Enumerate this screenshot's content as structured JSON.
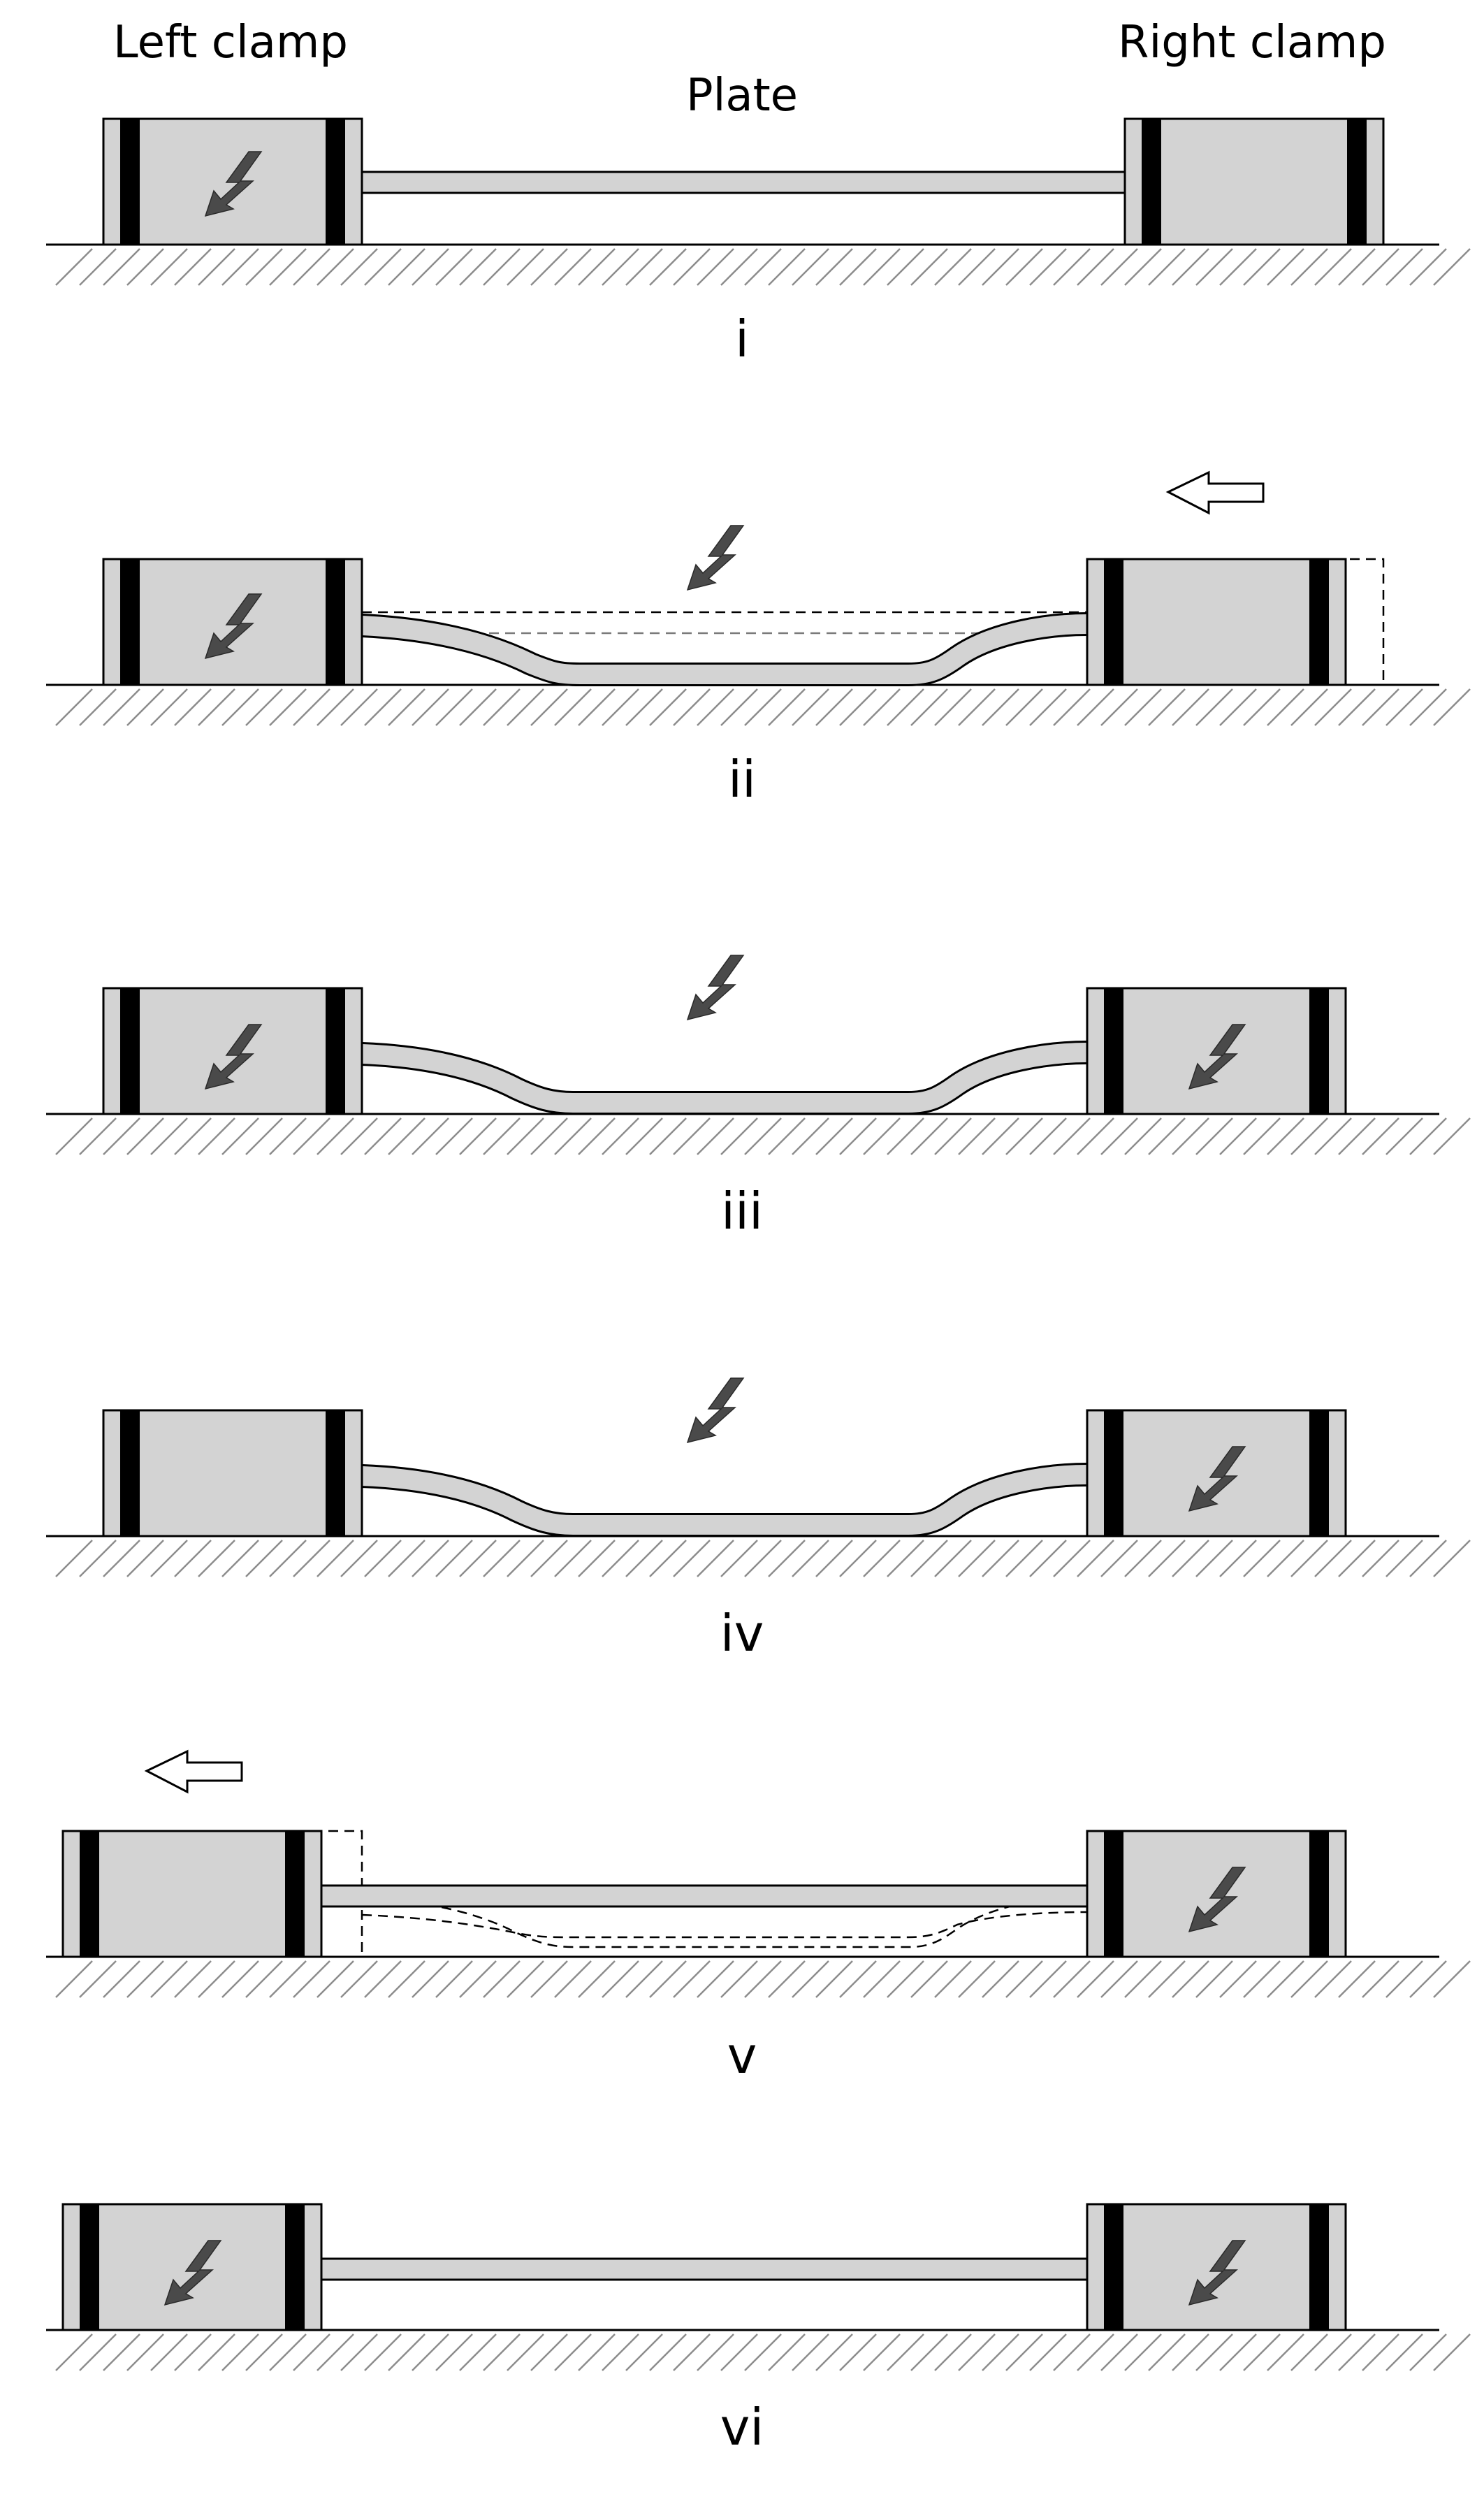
{
  "labels": {
    "left_clamp": "Left clamp",
    "plate": "Plate",
    "right_clamp": "Right clamp"
  },
  "steps": [
    {
      "id": "i",
      "caption": "i"
    },
    {
      "id": "ii",
      "caption": "ii"
    },
    {
      "id": "iii",
      "caption": "iii"
    },
    {
      "id": "iv",
      "caption": "iv"
    },
    {
      "id": "v",
      "caption": "v"
    },
    {
      "id": "vi",
      "caption": "vi"
    }
  ],
  "icons": {
    "activation": "lightning-bolt-icon",
    "move": "hollow-left-arrow-icon"
  },
  "colors": {
    "clamp_fill": "#d3d3d3",
    "jaw": "#000000",
    "bolt": "#4a4a4a",
    "hatch": "#8c8c8c"
  }
}
